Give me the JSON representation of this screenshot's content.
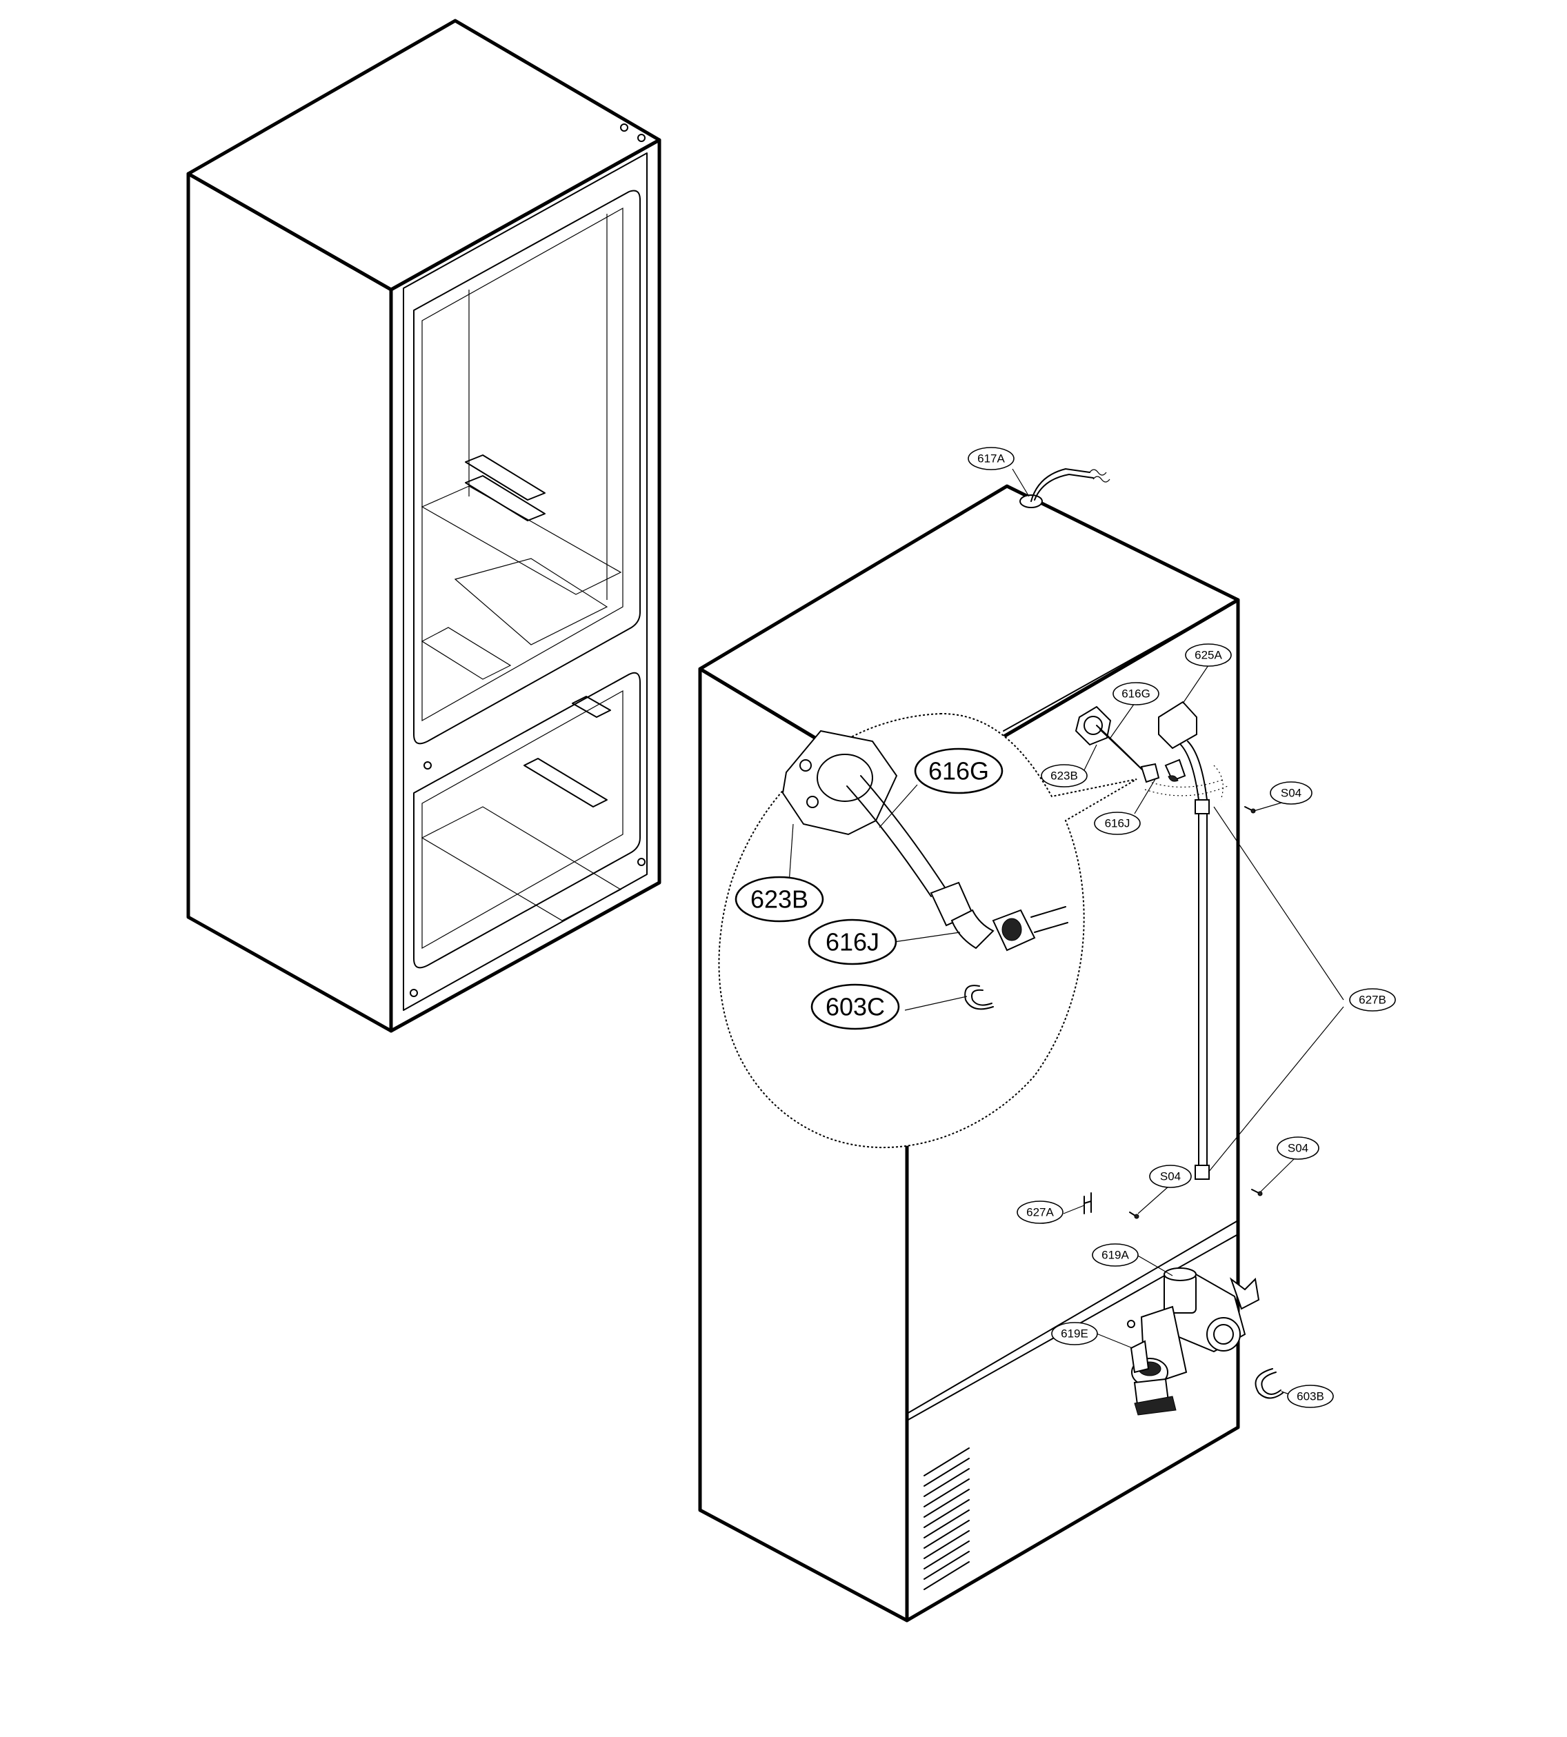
{
  "callouts_small": [
    {
      "id": "617A",
      "label": "617A"
    },
    {
      "id": "625A",
      "label": "625A"
    },
    {
      "id": "616G",
      "label": "616G"
    },
    {
      "id": "623B",
      "label": "623B"
    },
    {
      "id": "616J",
      "label": "616J"
    },
    {
      "id": "S04-top",
      "label": "S04"
    },
    {
      "id": "627B",
      "label": "627B"
    },
    {
      "id": "S04-right",
      "label": "S04"
    },
    {
      "id": "S04-mid",
      "label": "S04"
    },
    {
      "id": "627A",
      "label": "627A"
    },
    {
      "id": "619A",
      "label": "619A"
    },
    {
      "id": "619E",
      "label": "619E"
    },
    {
      "id": "603B",
      "label": "603B"
    }
  ],
  "callouts_detail": [
    {
      "id": "616G",
      "label": "616G"
    },
    {
      "id": "623B",
      "label": "623B"
    },
    {
      "id": "616J",
      "label": "616J"
    },
    {
      "id": "603C",
      "label": "603C"
    }
  ]
}
